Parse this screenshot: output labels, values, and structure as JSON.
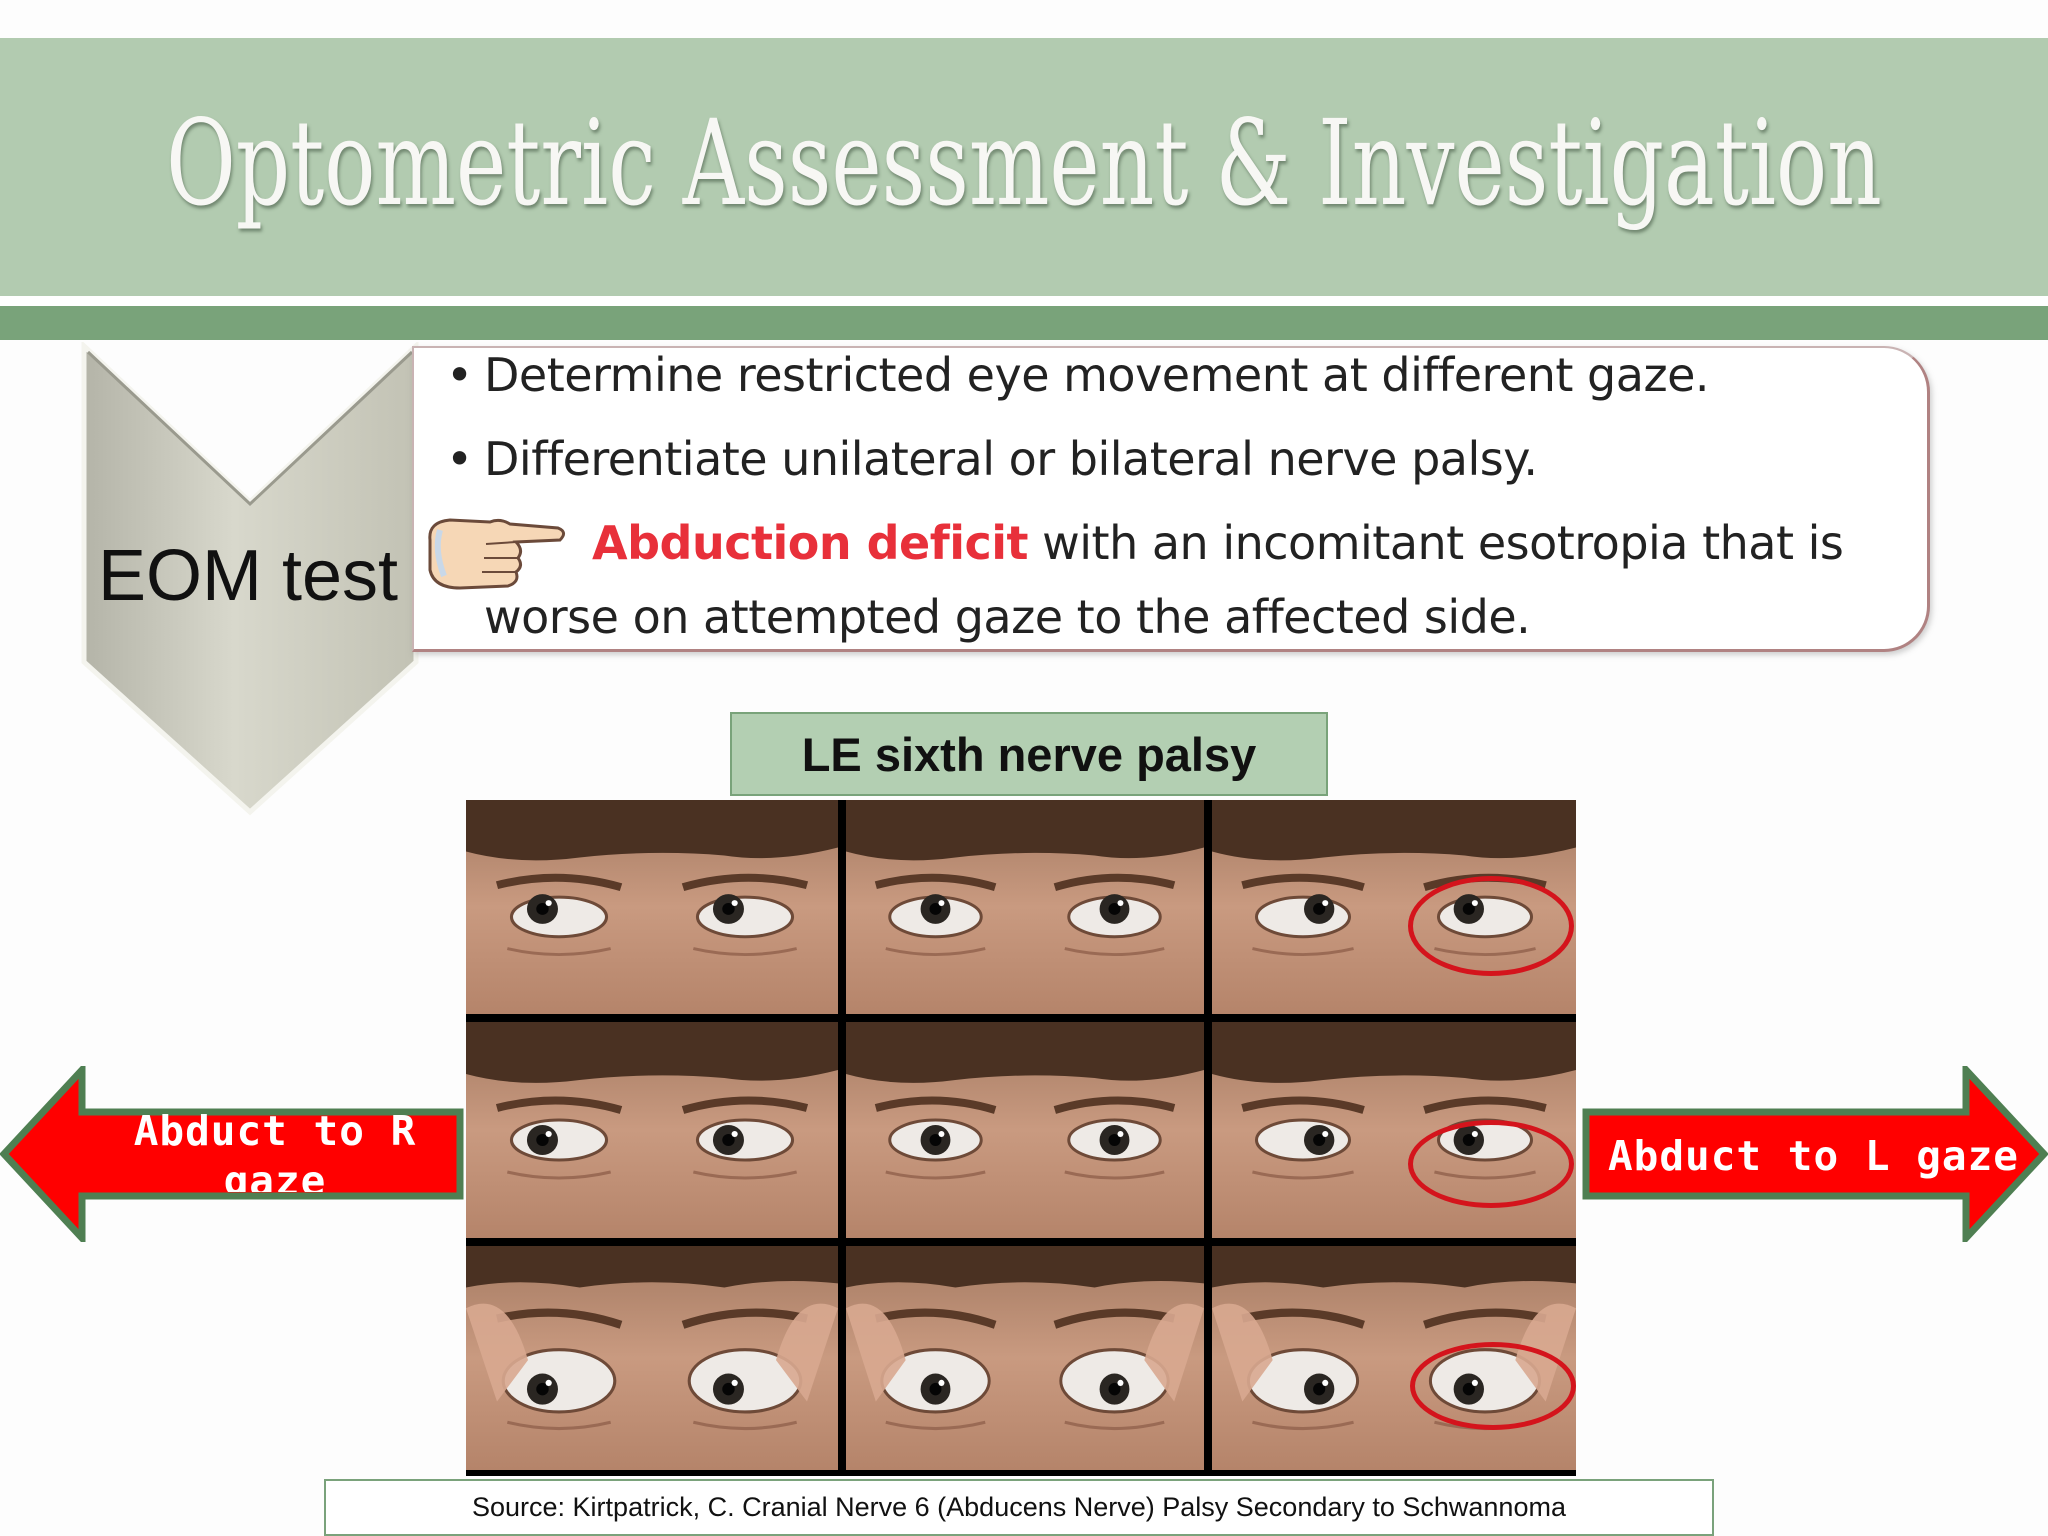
{
  "slide": {
    "title": "Optometric Assessment & Investigation",
    "section_label": "EOM test",
    "bullets": [
      "Determine restricted eye movement at different gaze.",
      "Differentiate unilateral or bilateral nerve palsy."
    ],
    "highlight": {
      "emphasis": "Abduction deficit",
      "rest": " with an incomitant esotropia that is",
      "continuation": "worse on attempted gaze to the affected side."
    },
    "figure_caption": "LE sixth nerve palsy",
    "left_arrow_label": "Abduct to R gaze",
    "right_arrow_label": "Abduct to L gaze",
    "source": "Source: Kirtpatrick, C. Cranial Nerve 6 (Abducens Nerve) Palsy Secondary to Schwannoma"
  },
  "colors": {
    "title_band": "#b2cbb0",
    "green_strip": "#79a37a",
    "emphasis_red": "#e8303a",
    "arrow_red": "#ff0000",
    "arrow_border": "#4f7f52",
    "circle_red": "#d4141c"
  },
  "icons": [
    "pointing-hand-icon",
    "left-arrow-icon",
    "right-arrow-icon"
  ]
}
